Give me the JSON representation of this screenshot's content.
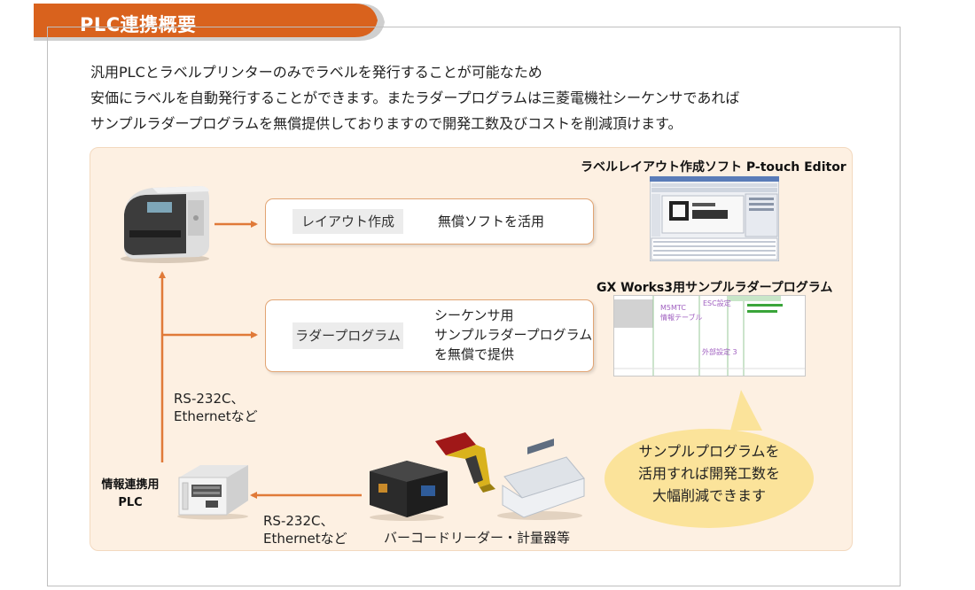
{
  "header": {
    "title": "PLC連携概要"
  },
  "intro": [
    "汎用PLCとラベルプリンターのみでラベルを発行することが可能なため",
    "安価にラベルを自動発行することができます。またラダープログラムは三菱電機社シーケンサであれば",
    "サンプルラダープログラムを無償提供しておりますので開発工数及びコストを削減頂けます。"
  ],
  "flow": {
    "layout": {
      "tag": "レイアウト作成",
      "desc": "無償ソフトを活用"
    },
    "ladder": {
      "tag": "ラダープログラム",
      "desc": [
        "シーケンサ用",
        "サンプルラダープログラム",
        "を無償で提供"
      ]
    },
    "editor_caption": "ラベルレイアウト作成ソフト P-touch Editor",
    "gx_caption": "GX Works3用サンプルラダープログラム",
    "gx_screen": [
      "ESC設定",
      "M5MTC",
      "情報テーブル",
      "外部設定 3"
    ],
    "link_vertical": [
      "RS-232C、",
      "Ethernetなど"
    ],
    "link_horizontal": [
      "RS-232C、",
      "Ethernetなど"
    ],
    "plc_label": [
      "情報連携用",
      "PLC"
    ],
    "devices_label": "バーコードリーダー・計量器等",
    "bubble": [
      "サンプルプログラムを",
      "活用すれば開発工数を",
      "大幅削減できます"
    ]
  },
  "colors": {
    "accent": "#d9621d",
    "arrow": "#e07a38",
    "panel_bg": "#fdf0e2",
    "bubble": "#fbe39a"
  }
}
